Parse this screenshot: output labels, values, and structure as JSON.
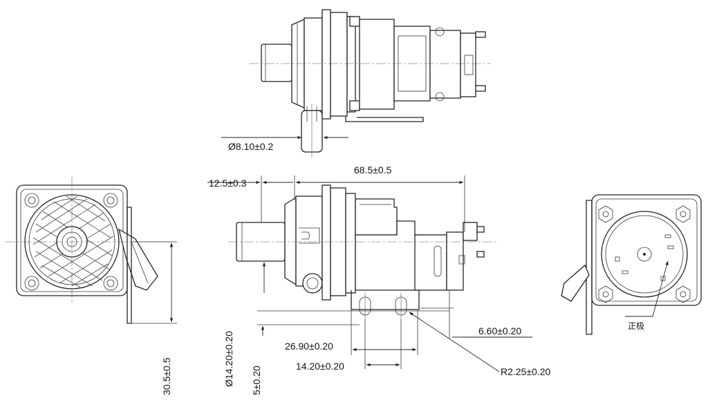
{
  "dimensions": {
    "outlet_diameter": "Ø8.10±0.2",
    "overall_length": "68.5±0.5",
    "inlet_length": "12.5±0.3",
    "inlet_diameter": "Ø14.20±0.20",
    "slot_offset": "6.60±0.20",
    "slot_span": "26.90±0.20",
    "slot_pitch": "14.20±0.20",
    "slot_radius": "R2.25±0.20",
    "bracket_height": "30.5±0.5",
    "bracket_offset": "5±0.20"
  },
  "annotations": {
    "positive_terminal": "正极"
  }
}
